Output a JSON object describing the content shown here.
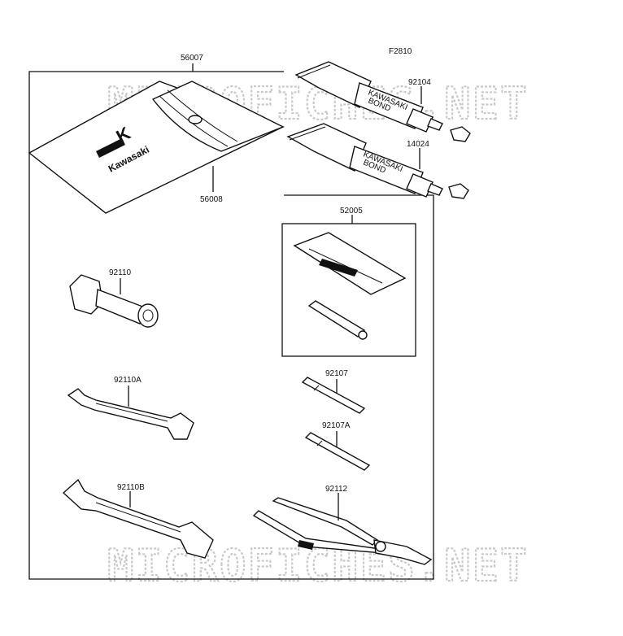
{
  "figure_code": "F2810",
  "watermark": "MICROFICHES.NET",
  "brand": {
    "logo_mark": "K",
    "name": "Kawasaki",
    "bond_text_1": "KAWASAKI",
    "bond_text_2": "BOND"
  },
  "parts": {
    "p56007": "56007",
    "p56008": "56008",
    "p92104": "92104",
    "p14024": "14024",
    "p52005": "52005",
    "p92110": "92110",
    "p92110a": "92110A",
    "p92107": "92107",
    "p92107a": "92107A",
    "p92110b": "92110B",
    "p92112": "92112"
  }
}
